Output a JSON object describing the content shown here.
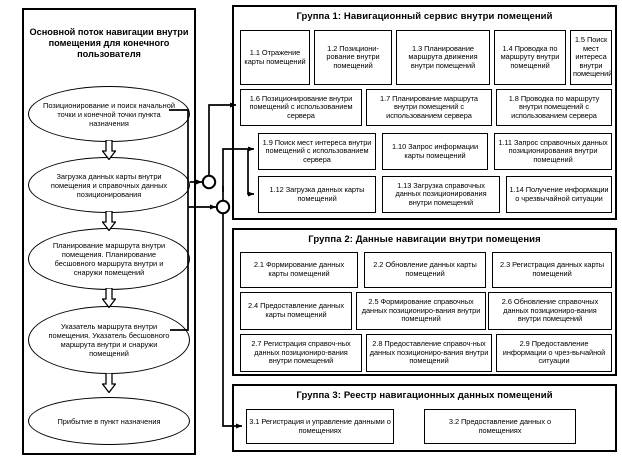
{
  "flow": {
    "title": "Основной поток навигации внутри помещения для конечного пользователя",
    "steps": [
      "Позиционирование и поиск начальной точки и конечной точки пункта назначения",
      "Загрузка данных карты внутри помещения и справочных данных позиционирования",
      "Планирование маршрута внутри помещения. Планирование бесшовного маршрута внутри и снаружи помещений",
      "Указатель маршрута внутри помещения. Указатель бесшовного маршрута внутри и снаружи помещений",
      "Прибытие в пункт назначения"
    ]
  },
  "groups": [
    {
      "title": "Группа 1: Навигационный сервис внутри помещений",
      "rows": [
        [
          "1.1 Отражение карты помещений",
          "1.2 Позициони-рование внутри помещений",
          "1.3 Планирование маршрута движения внутри помещений",
          "1.4 Проводка по маршруту внутри помещений",
          "1.5 Поиск мест интереса внутри помещений"
        ],
        [
          "1.6 Позиционирование внутри помещений с использованием сервера",
          "1.7 Планирование маршрута внутри помещений с использованием сервера",
          "1.8 Проводка по маршруту внутри помещений с использованием сервера"
        ],
        [
          "1.9 Поиск мест интереса внутри помещений с использованием сервера",
          "1.10 Запрос информации карты помещений",
          "1.11 Запрос справочных данных позиционирования внутри помещений"
        ],
        [
          "1.12 Загрузка данных карты помещений",
          "1.13 Загрузка справочных данных позиционирования внутри помещений",
          "1.14 Получение информации о чрезвычайной ситуации"
        ]
      ]
    },
    {
      "title": "Группа 2: Данные навигации внутри помещения",
      "rows": [
        [
          "2.1 Формирование данных карты помещений",
          "2.2 Обновление данных карты помещений",
          "2.3 Регистрация данных карты помещений"
        ],
        [
          "2.4 Предоставление данных карты помещений",
          "2.5 Формирование справочных данных позициониро-вания внутри помещений",
          "2.6 Обновление справочных данных позициониро-вания внутри помещений"
        ],
        [
          "2.7 Регистрация справоч-ных данных позициониро-вания внутри помещений",
          "2.8 Предоставление справоч-ных данных позициониро-вания внутри помещений",
          "2.9 Предоставление информации о чрез-вычайной ситуации"
        ]
      ]
    },
    {
      "title": "Группа 3: Реестр навигационных данных помещений",
      "rows": [
        [
          "3.1 Регистрация и управление данными о помещениях",
          "3.2 Предоставление данных о помещениях"
        ]
      ]
    }
  ],
  "colors": {
    "stroke": "#000000",
    "background": "#ffffff"
  }
}
